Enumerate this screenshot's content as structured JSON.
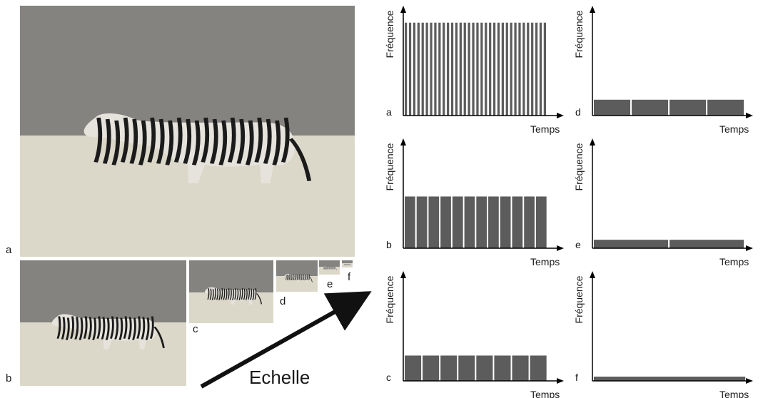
{
  "colors": {
    "sky": "#858380",
    "grass": "#dcd8c9",
    "bar": "#5c5c5c",
    "axis": "#000000"
  },
  "images": [
    {
      "letter": "a"
    },
    {
      "letter": "b"
    },
    {
      "letter": "c"
    },
    {
      "letter": "d"
    },
    {
      "letter": "e"
    },
    {
      "letter": "f"
    }
  ],
  "scale_label": "Echelle",
  "chart_data": [
    {
      "panel": "a",
      "type": "bar",
      "ylabel": "Fréquence",
      "xlabel": "Temps",
      "bar_count": 34,
      "relative_height": 0.88,
      "relative_width": 0.7
    },
    {
      "panel": "b",
      "type": "bar",
      "ylabel": "Fréquence",
      "xlabel": "Temps",
      "bar_count": 12,
      "relative_height": 0.49,
      "relative_width": 0.7
    },
    {
      "panel": "c",
      "type": "bar",
      "ylabel": "Fréquence",
      "xlabel": "Temps",
      "bar_count": 8,
      "relative_height": 0.24,
      "relative_width": 0.7
    },
    {
      "panel": "d",
      "type": "bar",
      "ylabel": "Fréquence",
      "xlabel": "Temps",
      "bar_count": 4,
      "relative_height": 0.15,
      "relative_width": 0.74
    },
    {
      "panel": "e",
      "type": "bar",
      "ylabel": "Fréquence",
      "xlabel": "Temps",
      "bar_count": 2,
      "relative_height": 0.08,
      "relative_width": 0.74
    },
    {
      "panel": "f",
      "type": "bar",
      "ylabel": "Fréquence",
      "xlabel": "Temps",
      "bar_count": 1,
      "relative_height": 0.04,
      "relative_width": 0.74
    }
  ]
}
